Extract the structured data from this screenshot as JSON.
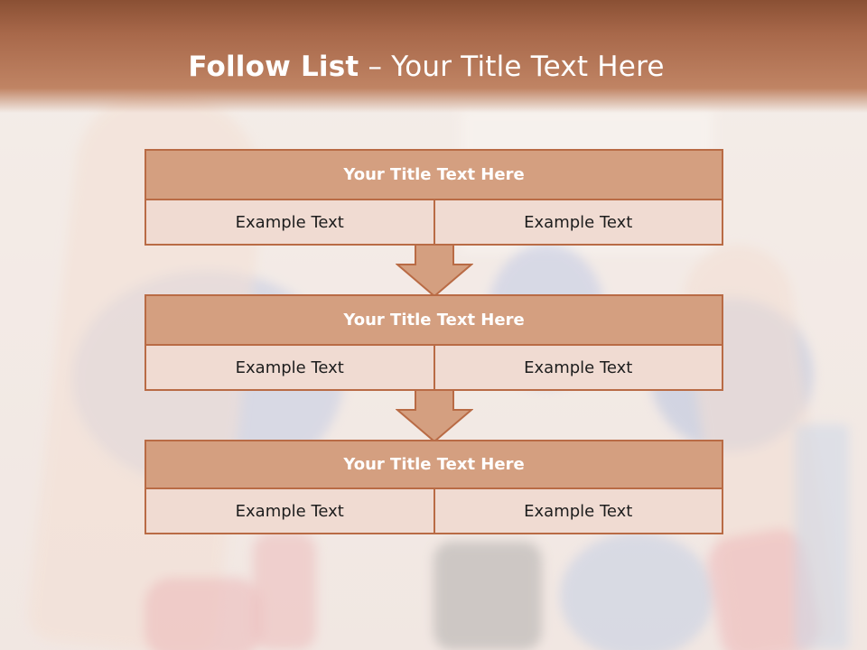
{
  "slide": {
    "title_bold": "Follow List",
    "title_rest": " – Your Title Text Here"
  },
  "blocks": [
    {
      "title": "Your Title Text Here",
      "cells": [
        "Example Text",
        "Example Text"
      ]
    },
    {
      "title": "Your Title Text Here",
      "cells": [
        "Example Text",
        "Example Text"
      ]
    },
    {
      "title": "Your Title Text Here",
      "cells": [
        "Example Text",
        "Example Text"
      ]
    }
  ],
  "colors": {
    "header": "#a8684a",
    "block_title_fill": "#d49f80",
    "cell_fill": "#f0dbd2",
    "border": "#b96b45",
    "arrow_fill": "#d49f80"
  }
}
